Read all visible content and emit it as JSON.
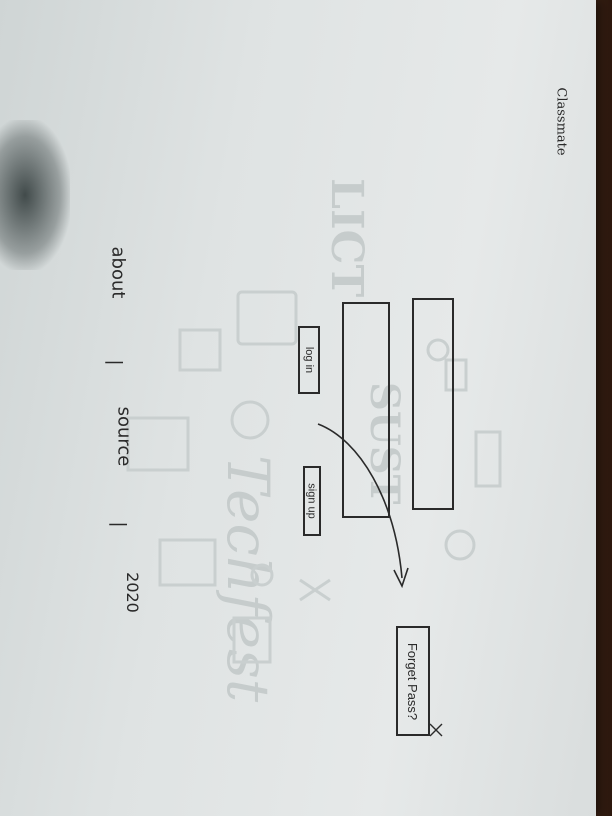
{
  "brand": {
    "label": "Classmate"
  },
  "login_form": {
    "field_1": {
      "value": ""
    },
    "field_2": {
      "value": ""
    },
    "login_button": "log in",
    "signup_button": "sign up",
    "forgot_link": "Forget Pass?"
  },
  "footer": {
    "items": [
      "about",
      "|",
      "source",
      "|",
      "2020"
    ]
  },
  "watermark": {
    "title": "LICT",
    "subtitle": "SUST",
    "script": "Techfest"
  },
  "colors": {
    "ink": "#2a2a2a",
    "paper": "#e2e6e6"
  }
}
